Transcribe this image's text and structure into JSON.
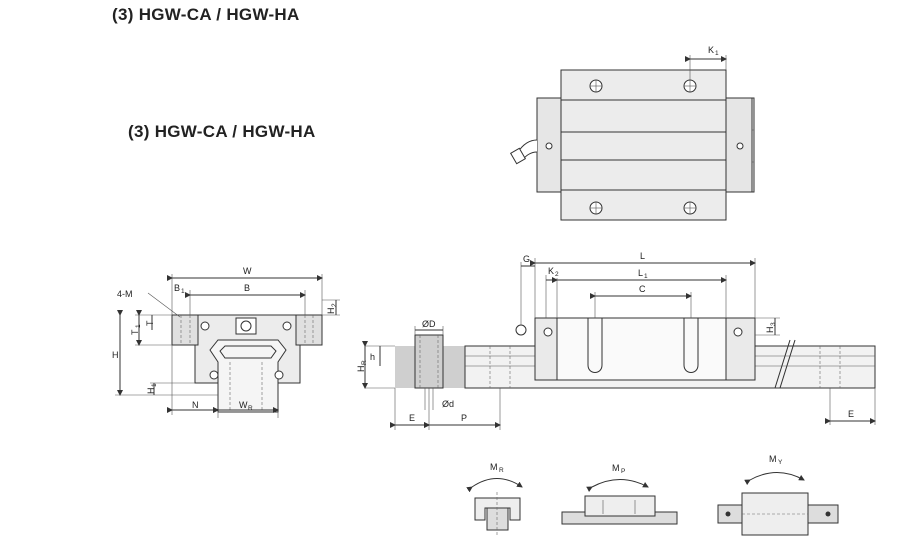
{
  "headings": {
    "top": "(3) HGW-CA / HGW-HA",
    "middle": "(3) HGW-CA / HGW-HA"
  },
  "labels": {
    "k1": "K",
    "k1_sub": "1",
    "w": "W",
    "b": "B",
    "b1": "B",
    "b1_sub": "1",
    "h2": "H",
    "h2_sub": "2",
    "m4": "4-M",
    "t": "T",
    "t1": "T",
    "t1_sub": "1",
    "h": "H",
    "h1": "H",
    "h1_sub": "1",
    "n": "N",
    "wr": "W",
    "wr_sub": "R",
    "g": "G",
    "l": "L",
    "k2": "K",
    "k2_sub": "2",
    "l1": "L",
    "l1_sub": "1",
    "c": "C",
    "h3": "H",
    "h3_sub": "3",
    "od": "ØD",
    "hr": "H",
    "hr_sub": "R",
    "h_small": "h",
    "od_small": "Ød",
    "e_left": "E",
    "p": "P",
    "e_right": "E",
    "mr": "M",
    "mr_sub": "R",
    "mp": "M",
    "mp_sub": "P",
    "my": "M",
    "my_sub": "Y"
  }
}
